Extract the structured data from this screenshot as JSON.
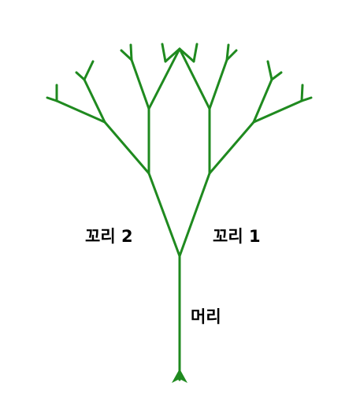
{
  "colors": {
    "tree": "#1f8a1f",
    "label": "#000000",
    "background": "#ffffff"
  },
  "labels": {
    "tail2": "꼬리 2",
    "tail1": "꼬리 1",
    "head": "머리"
  }
}
